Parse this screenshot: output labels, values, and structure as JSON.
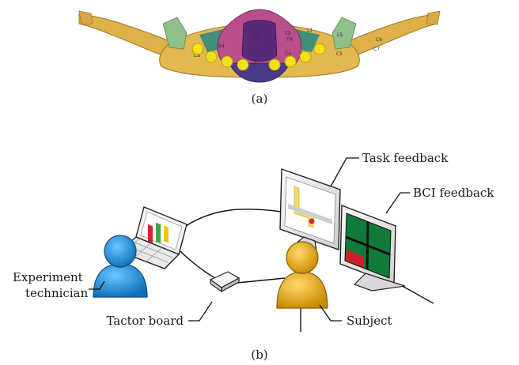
{
  "panel_a": {
    "caption": "(a)",
    "dermatome_labels": [
      "S1",
      "T3",
      "T4",
      "C3",
      "C4",
      "C5",
      "C6",
      "C7",
      "C8",
      "L1",
      "L5",
      "S4"
    ]
  },
  "panel_b": {
    "caption": "(b)",
    "labels": {
      "task_feedback": "Task feedback",
      "bci_feedback": "BCI feedback",
      "experiment_technician_line1": "Experiment",
      "experiment_technician_line2": "technician",
      "tactor_board": "Tactor board",
      "subject": "Subject"
    },
    "colors": {
      "technician": "#1e8fd6",
      "subject": "#e8a81a",
      "bar_red": "#d8262a",
      "bar_green": "#39a845",
      "bar_yellow": "#f2c21a",
      "bci_green": "#0f7a3a",
      "bci_red": "#d11f2a"
    }
  }
}
